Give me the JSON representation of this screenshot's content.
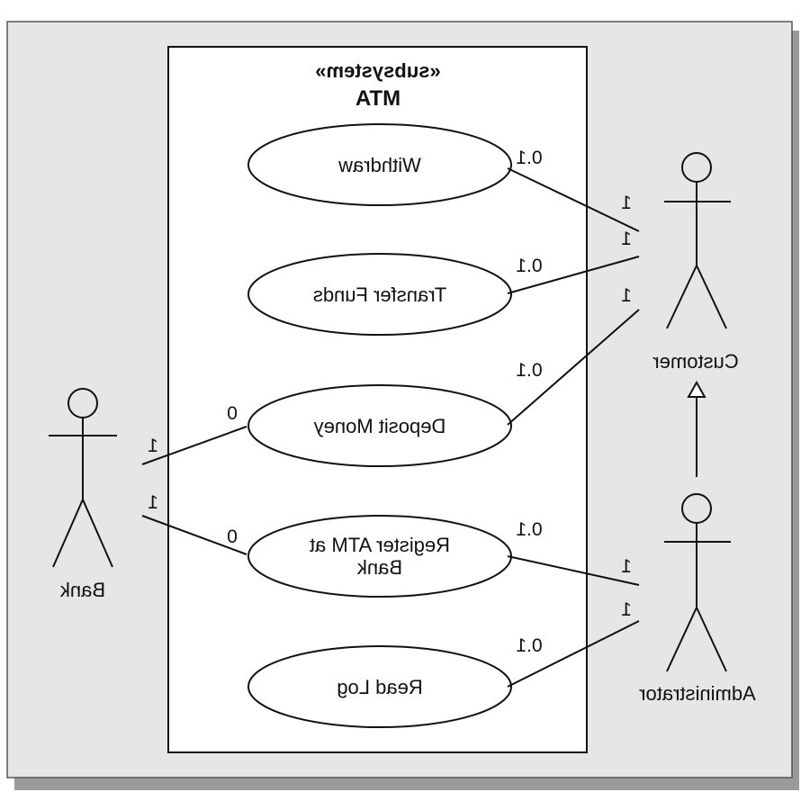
{
  "diagram": {
    "type": "uml-use-case",
    "mirrored": true,
    "subsystem": {
      "stereotype": "«subsystem»",
      "name": "MTA"
    },
    "use_cases": [
      {
        "id": "withdraw",
        "lines": [
          "Withdraw"
        ]
      },
      {
        "id": "transfer_funds",
        "lines": [
          "Transfer Funds"
        ]
      },
      {
        "id": "deposit_money",
        "lines": [
          "Deposit Money"
        ]
      },
      {
        "id": "register_atm",
        "lines": [
          "Register ATM at",
          "Bank"
        ]
      },
      {
        "id": "read_log",
        "lines": [
          "Read Log"
        ]
      }
    ],
    "actors": [
      {
        "id": "bank",
        "label": "Bank"
      },
      {
        "id": "customer",
        "label": "Customer"
      },
      {
        "id": "administrator",
        "label": "Administrator"
      }
    ],
    "multiplicities": {
      "withdraw_uc": "0.1",
      "withdraw_actor": "1",
      "transfer_uc": "0.1",
      "transfer_actor": "1",
      "deposit_uc_customer": "0.1",
      "deposit_actor_customer": "1",
      "deposit_uc_bank": "0",
      "deposit_actor_bank": "1",
      "register_uc_bank": "0",
      "register_actor_bank": "1",
      "register_uc_admin": "0.1",
      "register_actor_admin": "1",
      "readlog_uc": "0.1",
      "readlog_actor": "1"
    },
    "generalization": "Administrator specializes Customer",
    "colors": {
      "outer_panel": "#e6e6e6",
      "panel_shadow": "#9a9a9a",
      "subsystem_fill": "#ffffff",
      "stroke": "#111111"
    }
  }
}
